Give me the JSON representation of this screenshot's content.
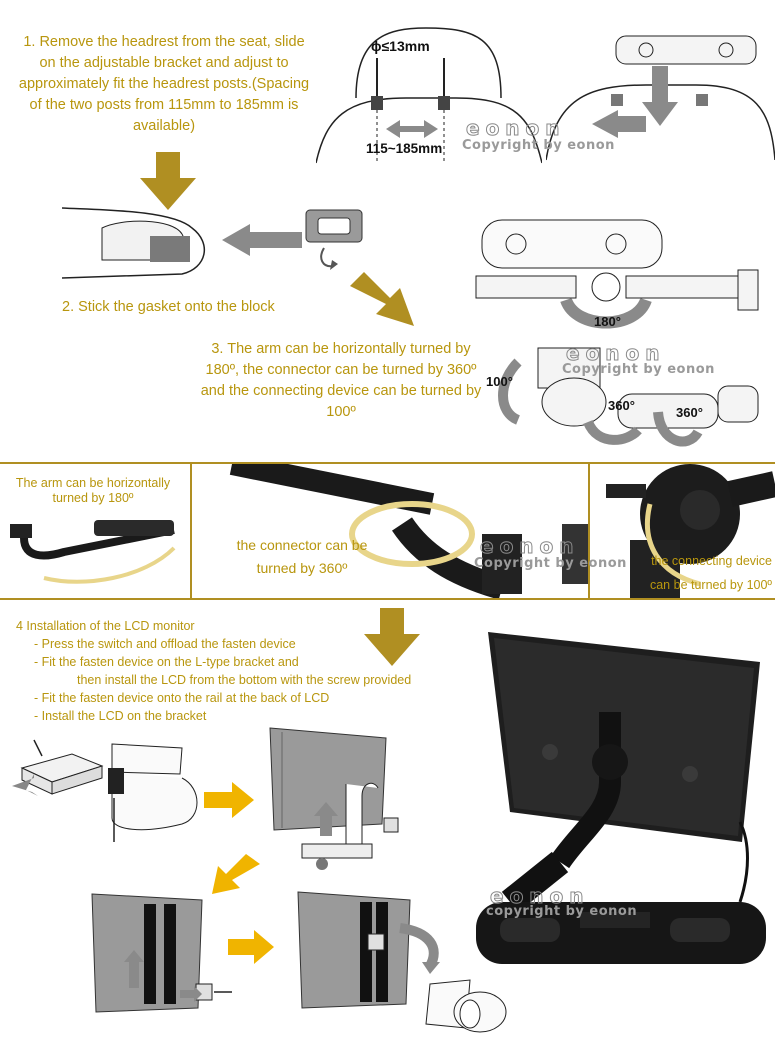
{
  "step1": {
    "text": "1. Remove the headrest from the seat, slide on the adjustable bracket and adjust to approximately fit the headrest posts.(Spacing of the two posts from 115mm to 185mm is available)",
    "diameter_label": "ϕ≤13mm",
    "spacing_label": "115~185mm"
  },
  "step2": {
    "text": "2. Stick the gasket onto the block"
  },
  "step3": {
    "text": "3. The arm can be horizontally turned by 180º, the connector can be turned by 360º and the connecting device can be turned by 100º",
    "angle_180": "180°",
    "angle_100": "100°",
    "angle_360a": "360°",
    "angle_360b": "360°"
  },
  "panels": {
    "left": "The arm can be horizontally turned by 180º",
    "middle": "the connector can be turned by 360º",
    "right": "the connecting device can be turned by 100º"
  },
  "step4": {
    "title": "4 Installation of the LCD monitor",
    "items": [
      "- Press the switch and offload the fasten device",
      "- Fit the fasten device on the L-type bracket and",
      "then install the LCD from the bottom with the screw provided",
      "- Fit the fasten device onto the rail at the back of LCD",
      "- Install the LCD on the bracket"
    ]
  },
  "watermark": {
    "logo": "eonon",
    "copyright": "Copyright by eonon",
    "copyright_lower": "copyright by eonon"
  },
  "colors": {
    "accent": "#b8960e",
    "arrow_gold": "#b08f22",
    "arrow_yellow": "#f0b400",
    "arrow_grey": "#8a8a8a"
  }
}
